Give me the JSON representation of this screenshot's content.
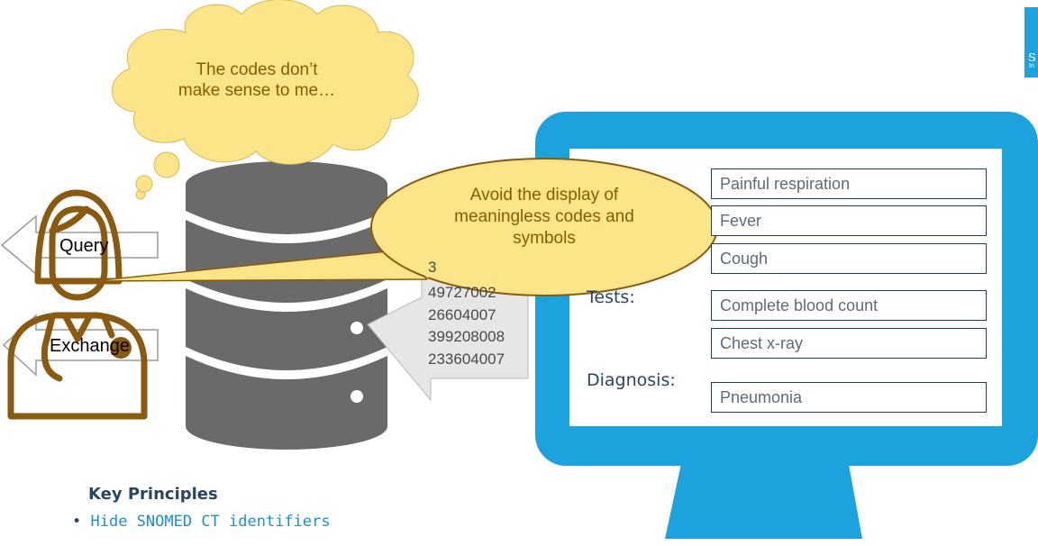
{
  "thought_bubble": {
    "lines": [
      "The codes don’t",
      "make sense to me…"
    ]
  },
  "speech_bubble": {
    "lines": [
      "Avoid the display of",
      "meaningless codes and",
      "symbols"
    ]
  },
  "arrows": {
    "query_label": "Query",
    "exchange_label": "Exchange"
  },
  "database_codes": {
    "partial": "3",
    "codes": [
      "49727002",
      "26604007",
      "399208008",
      "233604007"
    ]
  },
  "monitor": {
    "symptom_fields": [
      "Painful respiration",
      "Fever",
      "Cough"
    ],
    "tests_label": "Tests:",
    "test_fields": [
      "Complete blood count",
      "Chest x-ray"
    ],
    "diagnosis_label": "Diagnosis:",
    "diagnosis_field": "Pneumonia"
  },
  "key_principles": {
    "heading": "Key Principles",
    "items": [
      "Hide SNOMED CT identifiers"
    ]
  },
  "corner_logo": {
    "letter": "S",
    "sub": "In"
  },
  "colors": {
    "monitor_blue": "#1ca3dd",
    "database_gray": "#6a6a6a",
    "bubble_fill": "#fbe588",
    "bubble_text": "#8a5a00",
    "person_stroke": "#8a5a10",
    "principle_text": "#1a8fd6",
    "heading_text": "#2a4560"
  }
}
